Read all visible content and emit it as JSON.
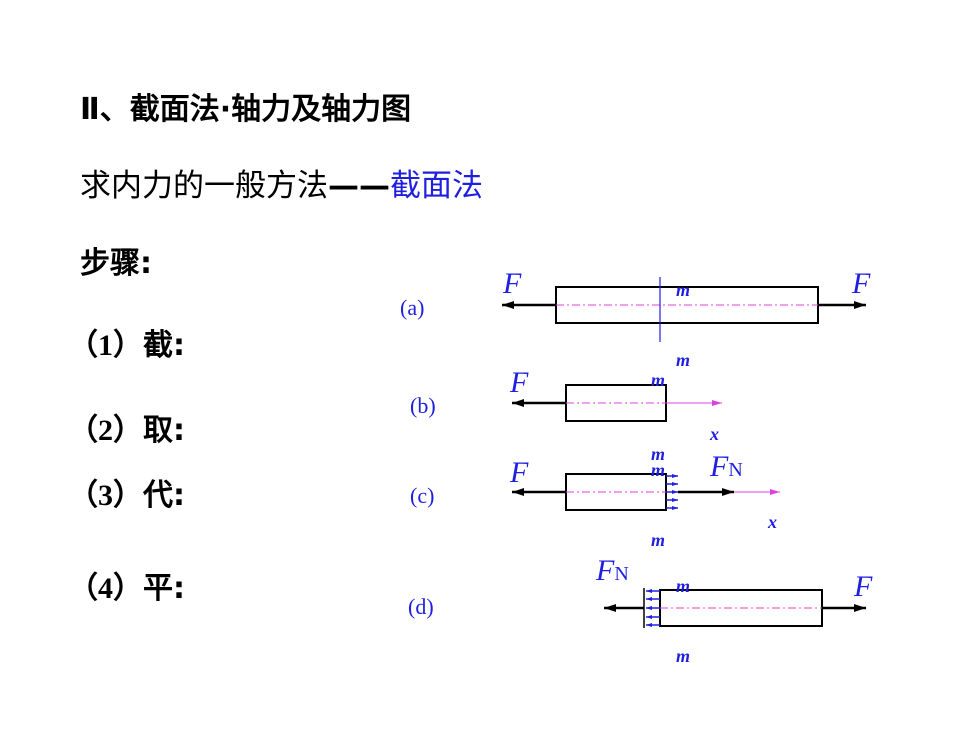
{
  "heading": "Ⅱ、截面法·轴力及轴力图",
  "method_line": {
    "prefix": "求内力的一般方法",
    "dash": "——",
    "highlight": "截面法"
  },
  "steps_label": "步骤:",
  "steps": [
    {
      "num": "（1）",
      "label": "截:"
    },
    {
      "num": "（2）",
      "label": "取:"
    },
    {
      "num": "（3）",
      "label": "代:"
    },
    {
      "num": "（4）",
      "label": "平:"
    }
  ],
  "diagram": {
    "panel_labels": [
      "(a)",
      "(b)",
      "(c)",
      "(d)"
    ],
    "force_label": "F",
    "normal_force_label": "F",
    "normal_force_subscript": "N",
    "section_label": "m",
    "axis_label": "x"
  },
  "colors": {
    "accent_blue": "#1f1fe0",
    "axis_magenta": "#e040e0",
    "line_black": "#000000"
  }
}
